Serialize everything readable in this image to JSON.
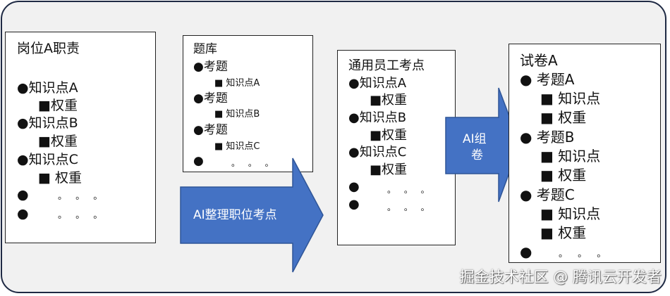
{
  "diagram": {
    "box_a": {
      "title": "岗位A职责",
      "lines": [
        "●知识点A",
        "■权重",
        "●知识点B",
        "■权重",
        "●知识点C",
        "■  权重",
        "●",
        "。 。 。",
        "●",
        "。 。 。"
      ]
    },
    "box_bank": {
      "title": "题库",
      "lines": [
        "●考题",
        "■ 知识点A",
        "●考题",
        "■ 知识点B",
        "●考题",
        "■ 知识点C",
        "●",
        "。 。 。"
      ]
    },
    "arrow_1": {
      "label": "AI整理职位考点"
    },
    "box_common": {
      "title": "通用员工考点",
      "lines": [
        "●知识点A",
        "■权重",
        "●知识点B",
        "■权重",
        "●知识点C",
        "■权重",
        "●",
        "。 。 。",
        "●",
        "。 。 。"
      ]
    },
    "arrow_2": {
      "label_line1": "AI组",
      "label_line2": "卷"
    },
    "box_paper": {
      "title": "试卷A",
      "lines": [
        "●  考题A",
        "■  知识点",
        "■  权重",
        "●  考题B",
        "■  知识点",
        "■  权重",
        "●  考题C",
        "■  知识点",
        "■  权重",
        "●",
        "。 。 。"
      ]
    },
    "colors": {
      "arrow_fill": "#4472c4",
      "arrow_edge": "#2f5597",
      "frame_bg": "#f1f1f1"
    }
  },
  "watermark": "掘金技术社区 @ 腾讯云开发者"
}
